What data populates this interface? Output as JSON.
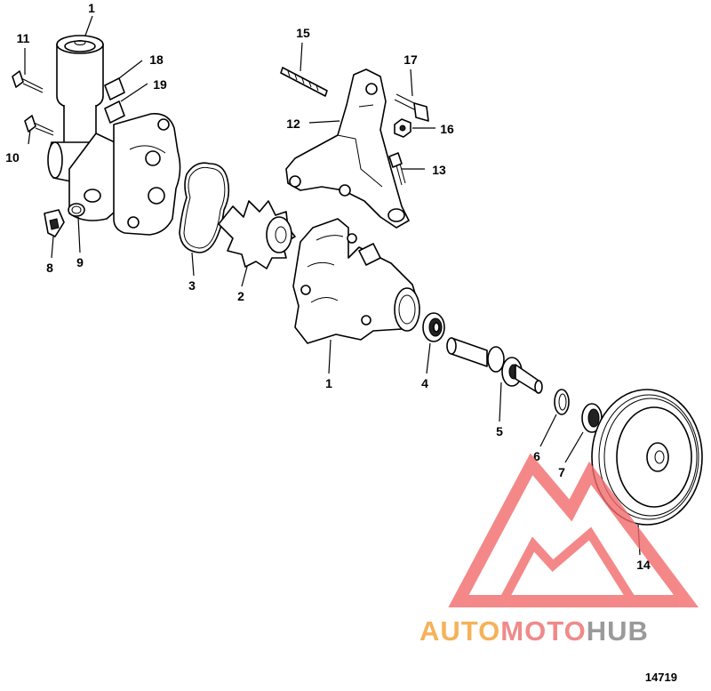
{
  "diagram": {
    "drawing_number": "14719",
    "callouts": [
      {
        "id": "c1a",
        "label": "1"
      },
      {
        "id": "c1b",
        "label": "1"
      },
      {
        "id": "c2",
        "label": "2"
      },
      {
        "id": "c3",
        "label": "3"
      },
      {
        "id": "c4",
        "label": "4"
      },
      {
        "id": "c5",
        "label": "5"
      },
      {
        "id": "c6",
        "label": "6"
      },
      {
        "id": "c7",
        "label": "7"
      },
      {
        "id": "c8",
        "label": "8"
      },
      {
        "id": "c9",
        "label": "9"
      },
      {
        "id": "c10",
        "label": "10"
      },
      {
        "id": "c11",
        "label": "11"
      },
      {
        "id": "c12",
        "label": "12"
      },
      {
        "id": "c13",
        "label": "13"
      },
      {
        "id": "c14",
        "label": "14"
      },
      {
        "id": "c15",
        "label": "15"
      },
      {
        "id": "c16",
        "label": "16"
      },
      {
        "id": "c17",
        "label": "17"
      },
      {
        "id": "c18",
        "label": "18"
      },
      {
        "id": "c19",
        "label": "19"
      }
    ]
  },
  "watermark": {
    "text_auto": "AUTO",
    "text_moto": "MOTO",
    "text_hub": "HUB",
    "color_auto": "#f5b25a",
    "color_moto": "#f08a8a",
    "color_hub": "#9a9a9a",
    "logo_color": "#f26b6b"
  }
}
